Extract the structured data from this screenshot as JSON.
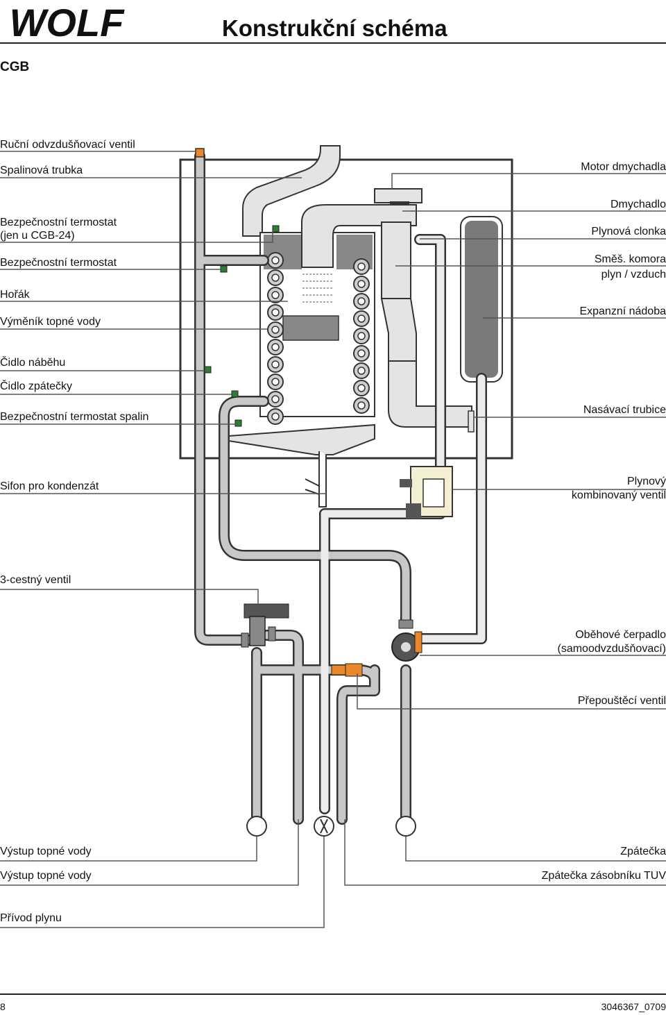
{
  "header": {
    "logo_text": "WOLF",
    "title": "Konstrukční schéma"
  },
  "model": "CGB",
  "labels_left": [
    "Ruční odvzdušňovací ventil",
    "Spalinová trubka",
    "Bezpečnostní termostat",
    "(jen u CGB-24)",
    "Bezpečnostní  termostat",
    "Hořák",
    "Výměník topné vody",
    "Čidlo náběhu",
    "Čidlo zpátečky",
    "Bezpečnostní termostat spalin",
    "Sifon pro kondenzát",
    "3-cestný ventil",
    "Výstup topné vody",
    "Výstup topné vody",
    "Přívod plynu"
  ],
  "labels_right": [
    "Motor dmychadla",
    "Dmychadlo",
    "Plynová clonka",
    "Směš. komora",
    "plyn / vzduch",
    "Expanzní nádoba",
    "Nasávací trubice",
    "Plynový",
    "kombinovaný ventil",
    "Oběhové čerpadlo",
    "(samoodvzdušňovací)",
    "Přepouštěcí ventil",
    "Zpátečka",
    "Zpátečka zásobníku TUV"
  ],
  "footer": {
    "page_number": "8",
    "doc_number": "3046367_0709"
  },
  "colors": {
    "pipe": "#c8c8c8",
    "pipe_edge": "#444444",
    "sensor": "#2e7d32",
    "valve_orange": "#e8882a",
    "tank": "#777777"
  }
}
